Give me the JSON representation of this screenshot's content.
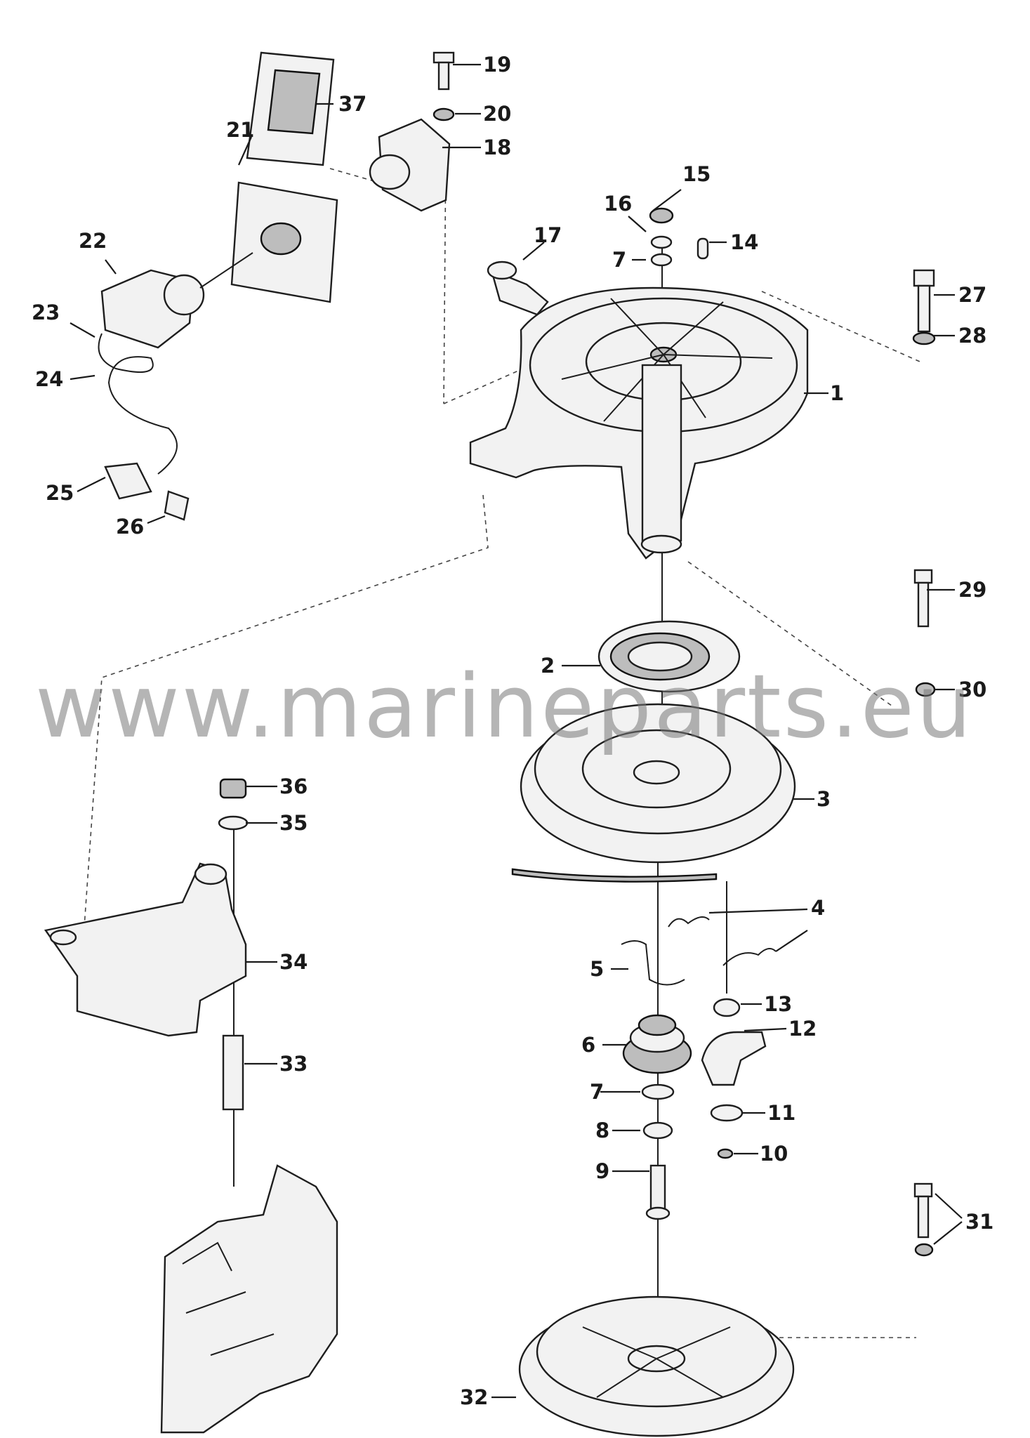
{
  "watermark": "www.marineparts.eu",
  "parts": [
    {
      "id": "p1",
      "label": "1"
    },
    {
      "id": "p2",
      "label": "2"
    },
    {
      "id": "p3",
      "label": "3"
    },
    {
      "id": "p4",
      "label": "4"
    },
    {
      "id": "p5",
      "label": "5"
    },
    {
      "id": "p6",
      "label": "6"
    },
    {
      "id": "p7a",
      "label": "7"
    },
    {
      "id": "p7b",
      "label": "7"
    },
    {
      "id": "p8",
      "label": "8"
    },
    {
      "id": "p9",
      "label": "9"
    },
    {
      "id": "p10",
      "label": "10"
    },
    {
      "id": "p11",
      "label": "11"
    },
    {
      "id": "p12",
      "label": "12"
    },
    {
      "id": "p13",
      "label": "13"
    },
    {
      "id": "p14",
      "label": "14"
    },
    {
      "id": "p15",
      "label": "15"
    },
    {
      "id": "p16",
      "label": "16"
    },
    {
      "id": "p17",
      "label": "17"
    },
    {
      "id": "p18",
      "label": "18"
    },
    {
      "id": "p19",
      "label": "19"
    },
    {
      "id": "p20",
      "label": "20"
    },
    {
      "id": "p21",
      "label": "21"
    },
    {
      "id": "p22",
      "label": "22"
    },
    {
      "id": "p23",
      "label": "23"
    },
    {
      "id": "p24",
      "label": "24"
    },
    {
      "id": "p25",
      "label": "25"
    },
    {
      "id": "p26",
      "label": "26"
    },
    {
      "id": "p27",
      "label": "27"
    },
    {
      "id": "p28",
      "label": "28"
    },
    {
      "id": "p29",
      "label": "29"
    },
    {
      "id": "p30",
      "label": "30"
    },
    {
      "id": "p31",
      "label": "31"
    },
    {
      "id": "p32",
      "label": "32"
    },
    {
      "id": "p33",
      "label": "33"
    },
    {
      "id": "p34",
      "label": "34"
    },
    {
      "id": "p35",
      "label": "35"
    },
    {
      "id": "p36",
      "label": "36"
    },
    {
      "id": "p37",
      "label": "37"
    }
  ]
}
